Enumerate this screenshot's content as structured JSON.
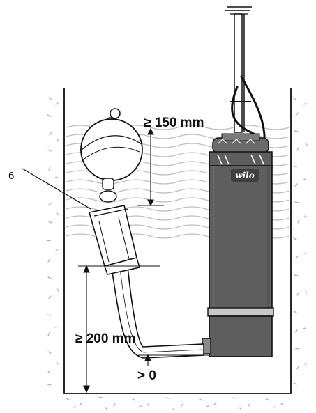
{
  "labels": {
    "callout": "6",
    "float_clearance": "≥ 150 mm",
    "inlet_height": "≥ 200 mm",
    "floor_gap": "> 0"
  },
  "pump": {
    "brand_mark": "wilo"
  },
  "colors": {
    "line": "#111111",
    "pump_body": "#5e5e5e",
    "pump_band": "#c9c9c9",
    "water_line": "#bdbdbd",
    "soil_mark": "#b0b0b0",
    "background": "#ffffff"
  }
}
